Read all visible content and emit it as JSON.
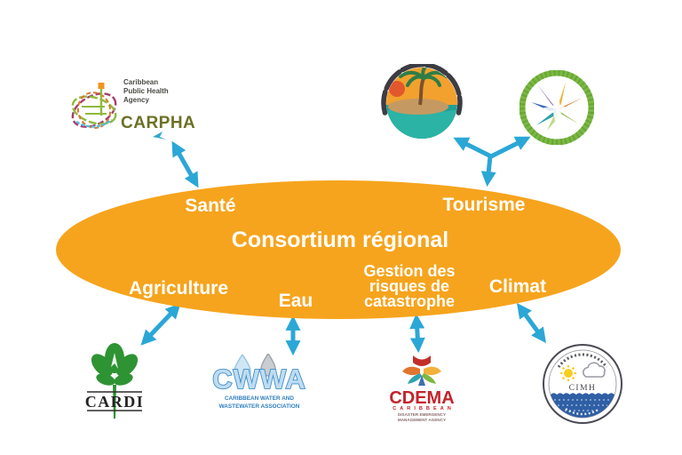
{
  "consortium": {
    "title": "Consortium régional"
  },
  "sectors": {
    "sante": {
      "label": "Santé"
    },
    "tourisme": {
      "label": "Tourisme"
    },
    "agriculture": {
      "label": "Agriculture"
    },
    "eau": {
      "label": "Eau"
    },
    "gestion": {
      "line1": "Gestion des",
      "line2": "risques de",
      "line3": "catastrophe"
    },
    "climat": {
      "label": "Climat"
    }
  },
  "logos": {
    "carpha": {
      "name": "CARPHA",
      "tagline1": "Caribbean",
      "tagline2": "Public Health",
      "tagline3": "Agency"
    },
    "cardi": {
      "name": "CARDI"
    },
    "cwwa": {
      "name": "CWWA",
      "tagline1": "CARIBBEAN WATER AND",
      "tagline2": "WASTEWATER ASSOCIATION"
    },
    "cdema": {
      "name": "CDEMA",
      "tagline1": "CARIBBEAN",
      "tagline2": "DISASTER EMERGENCY",
      "tagline3": "MANAGEMENT AGENCY"
    },
    "cimh": {
      "name": "CIMH"
    }
  },
  "icons": {
    "tourism_palm_logo": "palm-island-beach-circle",
    "tourism_star_logo": "green-ring-multicolor-star",
    "carpha_mark": "multicolor-globe-swirl",
    "cardi_mark": "green-plant-leaves",
    "cwwa_mark": "water-drops",
    "cdema_mark": "multicolor-petals",
    "cimh_mark": "sun-cloud-sea-seal"
  },
  "colors": {
    "ellipse": "#F6A41D",
    "arrow": "#2BA7D6",
    "label_text": "#FFFFFF",
    "carpha_text": "#6C7026",
    "cardi_green": "#2E9333",
    "cwwa_blue": "#3F8FCB",
    "cdema_red": "#C4232B",
    "cimh_sea": "#2F5FA5"
  }
}
